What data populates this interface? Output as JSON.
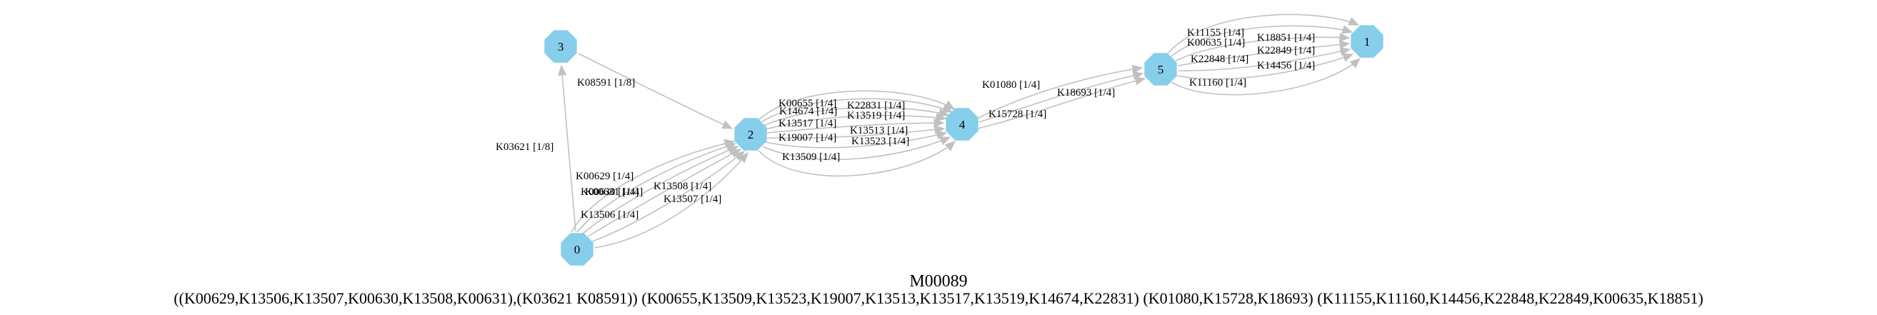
{
  "diagram": {
    "title": "M00089",
    "definition": "((K00629,K13506,K13507,K00630,K13508,K00631),(K03621 K08591)) (K00655,K13509,K13523,K19007,K13513,K13517,K13519,K14674,K22831) (K01080,K15728,K18693) (K11155,K11160,K14456,K22848,K22849,K00635,K18851)",
    "nodes": [
      {
        "id": "0",
        "label": "0"
      },
      {
        "id": "1",
        "label": "1"
      },
      {
        "id": "2",
        "label": "2"
      },
      {
        "id": "3",
        "label": "3"
      },
      {
        "id": "4",
        "label": "4"
      },
      {
        "id": "5",
        "label": "5"
      }
    ],
    "edges": [
      {
        "from": "0",
        "to": "3",
        "label": "K03621 [1/8]"
      },
      {
        "from": "3",
        "to": "2",
        "label": "K08591 [1/8]"
      },
      {
        "from": "0",
        "to": "2",
        "label": "K00629 [1/4]"
      },
      {
        "from": "0",
        "to": "2",
        "label": "K00630 [1/4]"
      },
      {
        "from": "0",
        "to": "2",
        "label": "K00631 [1/4]"
      },
      {
        "from": "0",
        "to": "2",
        "label": "K13508 [1/4]"
      },
      {
        "from": "0",
        "to": "2",
        "label": "K13507 [1/4]"
      },
      {
        "from": "0",
        "to": "2",
        "label": "K13506 [1/4]"
      },
      {
        "from": "2",
        "to": "4",
        "label": "K00655 [1/4]"
      },
      {
        "from": "2",
        "to": "4",
        "label": "K22831 [1/4]"
      },
      {
        "from": "2",
        "to": "4",
        "label": "K14674 [1/4]"
      },
      {
        "from": "2",
        "to": "4",
        "label": "K13519 [1/4]"
      },
      {
        "from": "2",
        "to": "4",
        "label": "K13517 [1/4]"
      },
      {
        "from": "2",
        "to": "4",
        "label": "K13513 [1/4]"
      },
      {
        "from": "2",
        "to": "4",
        "label": "K19007 [1/4]"
      },
      {
        "from": "2",
        "to": "4",
        "label": "K13523 [1/4]"
      },
      {
        "from": "2",
        "to": "4",
        "label": "K13509 [1/4]"
      },
      {
        "from": "4",
        "to": "5",
        "label": "K01080 [1/4]"
      },
      {
        "from": "4",
        "to": "5",
        "label": "K18693 [1/4]"
      },
      {
        "from": "4",
        "to": "5",
        "label": "K15728 [1/4]"
      },
      {
        "from": "5",
        "to": "1",
        "label": "K11155 [1/4]"
      },
      {
        "from": "5",
        "to": "1",
        "label": "K18851 [1/4]"
      },
      {
        "from": "5",
        "to": "1",
        "label": "K00635 [1/4]"
      },
      {
        "from": "5",
        "to": "1",
        "label": "K22849 [1/4]"
      },
      {
        "from": "5",
        "to": "1",
        "label": "K22848 [1/4]"
      },
      {
        "from": "5",
        "to": "1",
        "label": "K14456 [1/4]"
      },
      {
        "from": "5",
        "to": "1",
        "label": "K11160 [1/4]"
      }
    ],
    "colors": {
      "node_fill": "#87ceeb",
      "edge": "#c0c0c0",
      "text": "#000000"
    }
  }
}
